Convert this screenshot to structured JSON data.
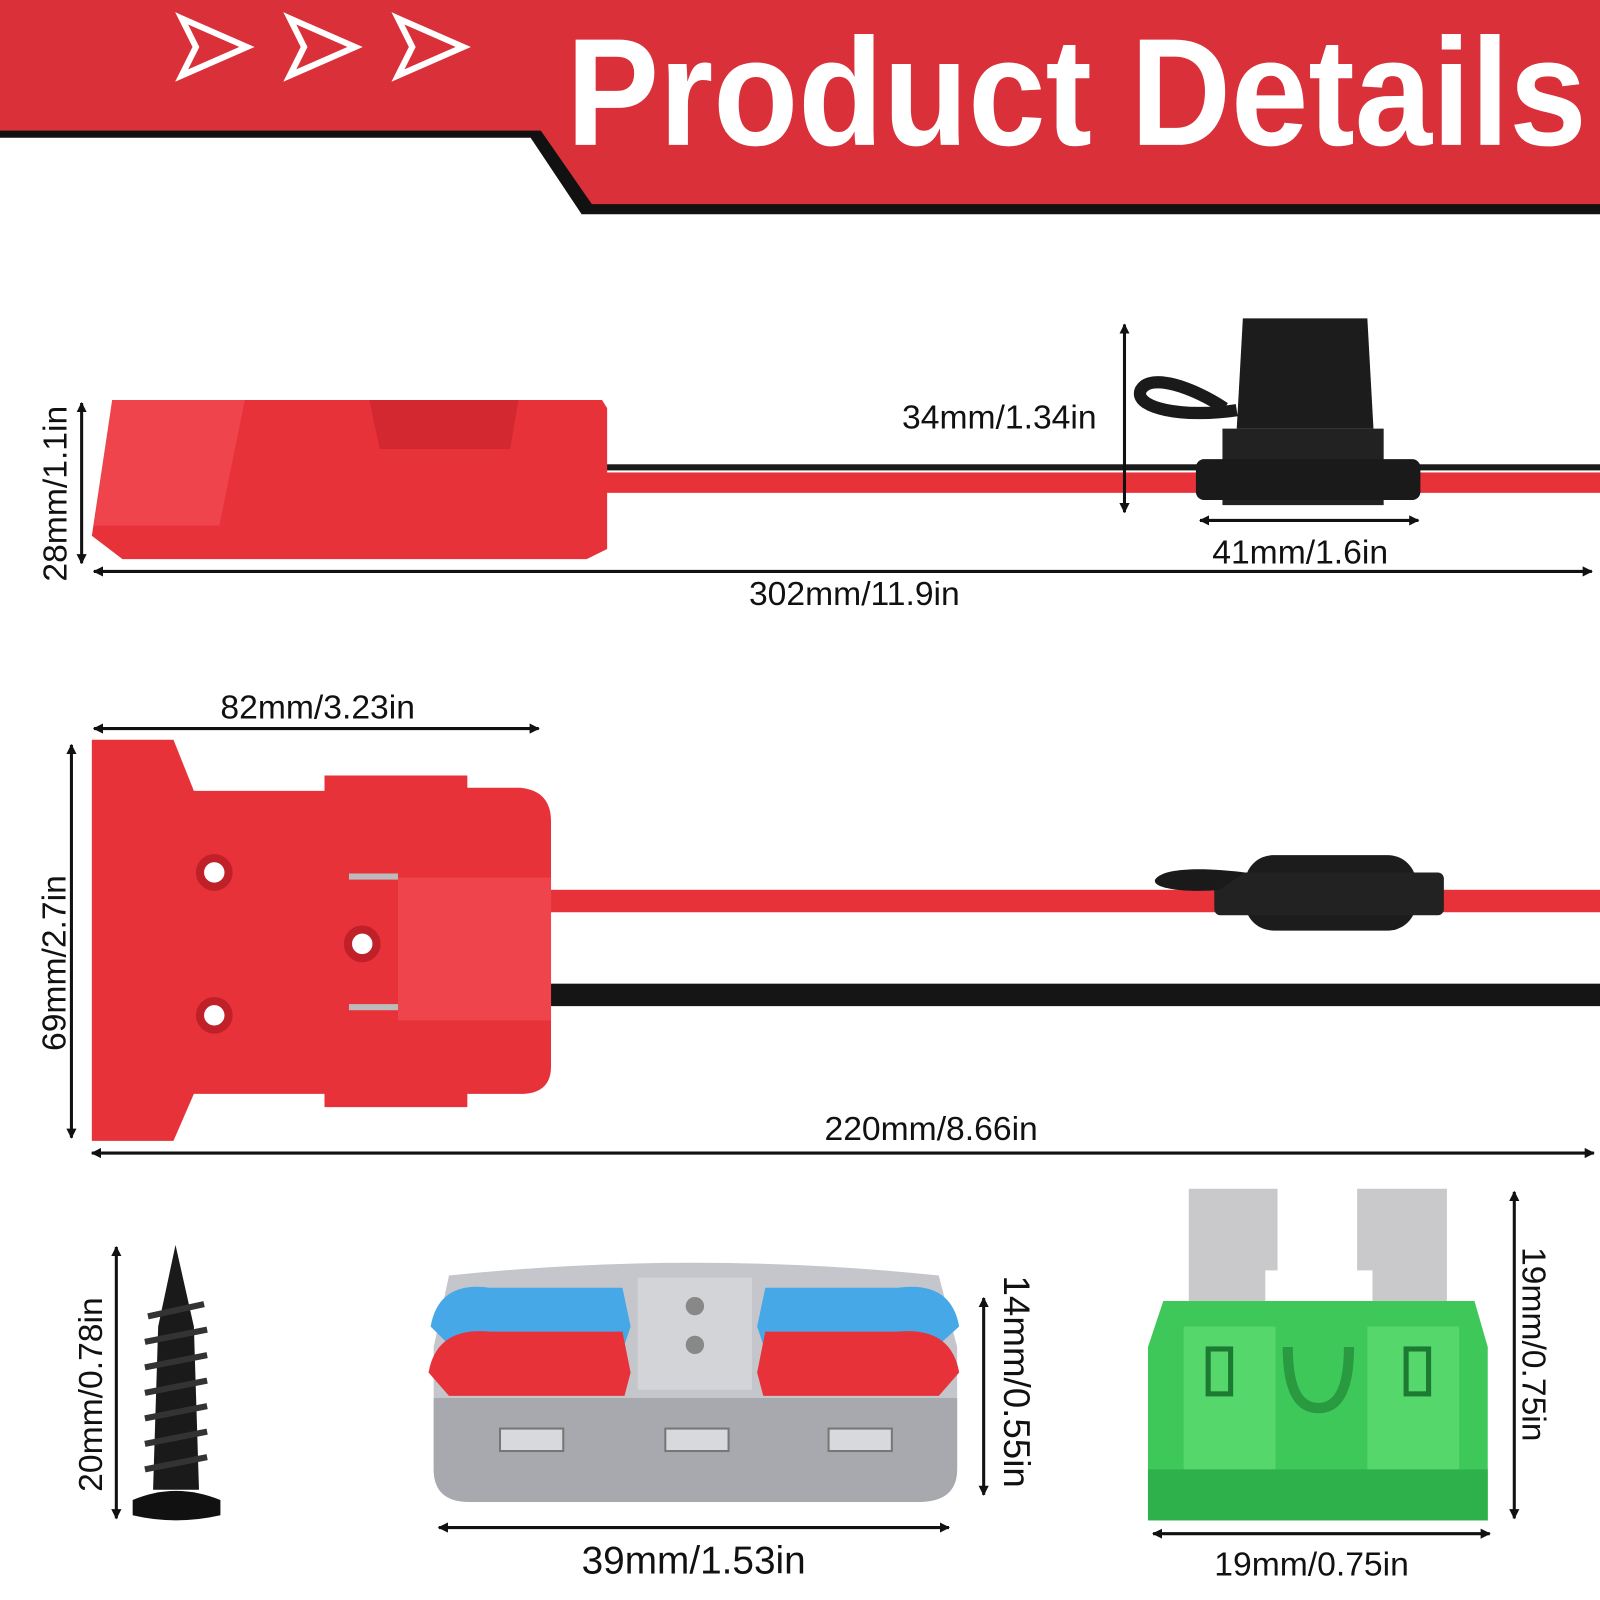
{
  "header": {
    "title": "Product Details",
    "icon": "triple-chevron-right-icon",
    "brand_color": "#d9303a"
  },
  "dimensions": {
    "adapter_side_height": "28mm/1.1in",
    "fuse_holder_height": "34mm/1.34in",
    "fuse_holder_width": "41mm/1.6in",
    "side_total_length": "302mm/11.9in",
    "adapter_width": "82mm/3.23in",
    "adapter_height": "69mm/2.7in",
    "top_total_length": "220mm/8.66in",
    "screw_length": "20mm/0.78in",
    "connector_height": "14mm/0.55in",
    "connector_width": "39mm/1.53in",
    "fuse_height": "19mm/0.75in",
    "fuse_width": "19mm/0.75in"
  }
}
